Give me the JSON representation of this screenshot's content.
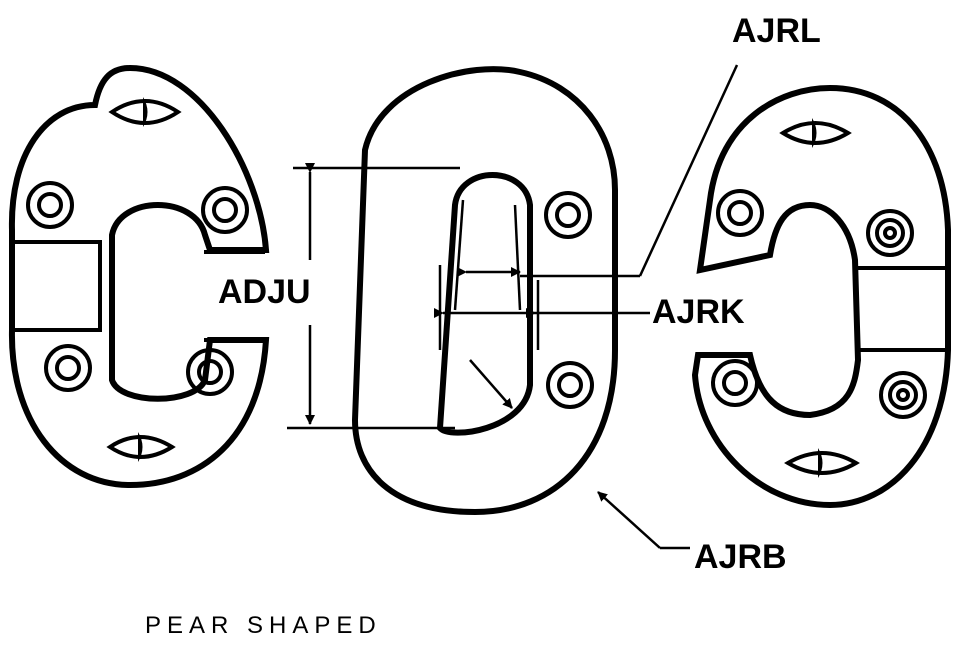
{
  "labels": {
    "adju": "ADJU",
    "ajrl": "AJRL",
    "ajrk": "AJRK",
    "ajrb": "AJRB"
  },
  "caption": "PEAR SHAPED"
}
